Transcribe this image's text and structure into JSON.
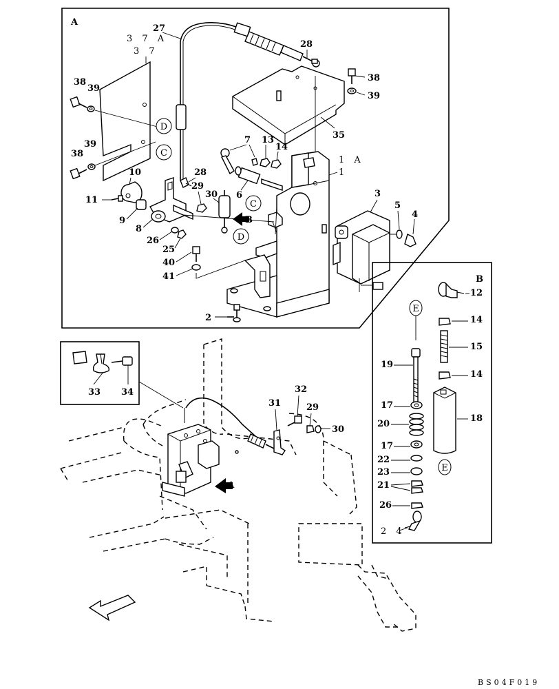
{
  "panels": {
    "a": {
      "letter": "A"
    },
    "b": {
      "letter": "B"
    }
  },
  "callouts": {
    "c27": "27",
    "c37a": "3 7 A",
    "c37": "3 7",
    "c28top": "28",
    "c38a": "38",
    "c39a": "39",
    "c38b": "38",
    "c39b": "39",
    "c38r": "38",
    "c39r": "39",
    "c35": "35",
    "c1a": "1 A",
    "c1": "1",
    "c7": "7",
    "c13": "13",
    "c14": "14",
    "c28mid": "28",
    "c29": "29",
    "c30": "30",
    "c6": "6",
    "c10": "10",
    "c11": "11",
    "c9": "9",
    "c8": "8",
    "c26": "26",
    "c25": "25",
    "c40": "40",
    "c41": "41",
    "c2": "2",
    "c3": "3",
    "c5": "5",
    "c4": "4",
    "cB": "B",
    "b12": "12",
    "b14a": "14",
    "b15": "15",
    "b14b": "14",
    "b19": "19",
    "b17a": "17",
    "b20": "20",
    "b18": "18",
    "b17b": "17",
    "b22": "22",
    "b23": "23",
    "b21": "21",
    "b26": "26",
    "b24": "2 4",
    "i33": "33",
    "i34": "34",
    "m32": "32",
    "m31": "31",
    "m29": "29",
    "m30": "30",
    "mA": "A"
  },
  "markers": {
    "D": "D",
    "C": "C",
    "E": "E"
  },
  "footer": {
    "code": "BS04F019"
  }
}
